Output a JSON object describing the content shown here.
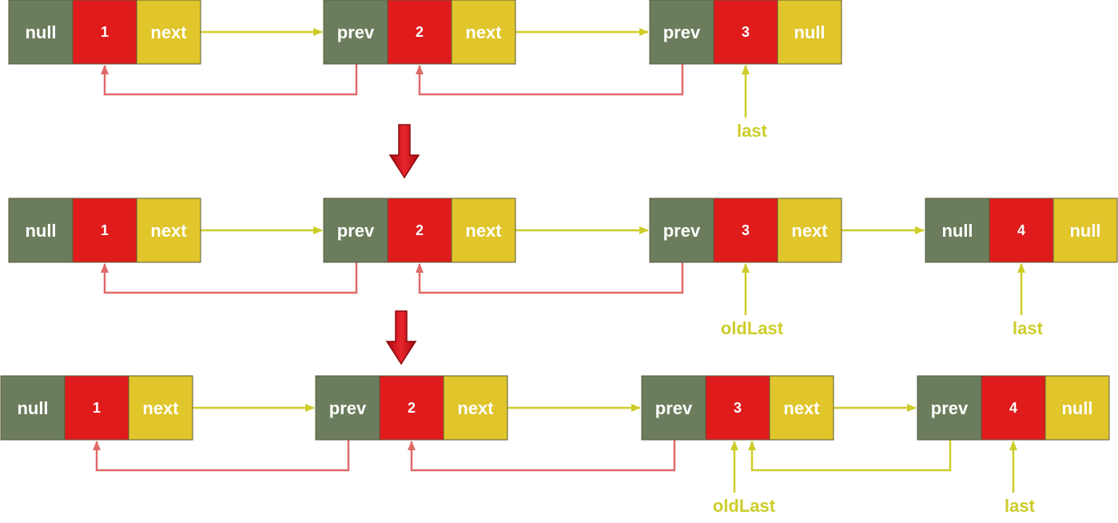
{
  "colors": {
    "prev_cell": "#6b7d5c",
    "data_cell": "#e01b1b",
    "next_cell": "#e0c52b",
    "cell_border": "#5a5a3a",
    "next_arrow": "#cdcd2a",
    "prev_arrow": "#e06a6a",
    "pointer": "#cdcd2a",
    "step_arrow": "#d0141a"
  },
  "rows": [
    {
      "nodes": [
        {
          "prev": "null",
          "data": "1",
          "next": "next"
        },
        {
          "prev": "prev",
          "data": "2",
          "next": "next"
        },
        {
          "prev": "prev",
          "data": "3",
          "next": "null"
        }
      ],
      "pointers": [
        {
          "node": 2,
          "label": "last"
        }
      ]
    },
    {
      "nodes": [
        {
          "prev": "null",
          "data": "1",
          "next": "next"
        },
        {
          "prev": "prev",
          "data": "2",
          "next": "next"
        },
        {
          "prev": "prev",
          "data": "3",
          "next": "next"
        },
        {
          "prev": "null",
          "data": "4",
          "next": "null"
        }
      ],
      "pointers": [
        {
          "node": 2,
          "label": "oldLast"
        },
        {
          "node": 3,
          "label": "last"
        }
      ]
    },
    {
      "nodes": [
        {
          "prev": "null",
          "data": "1",
          "next": "next"
        },
        {
          "prev": "prev",
          "data": "2",
          "next": "next"
        },
        {
          "prev": "prev",
          "data": "3",
          "next": "next"
        },
        {
          "prev": "prev",
          "data": "4",
          "next": "null"
        }
      ],
      "pointers": [
        {
          "node": 2,
          "label": "oldLast"
        },
        {
          "node": 3,
          "label": "last"
        }
      ]
    }
  ]
}
